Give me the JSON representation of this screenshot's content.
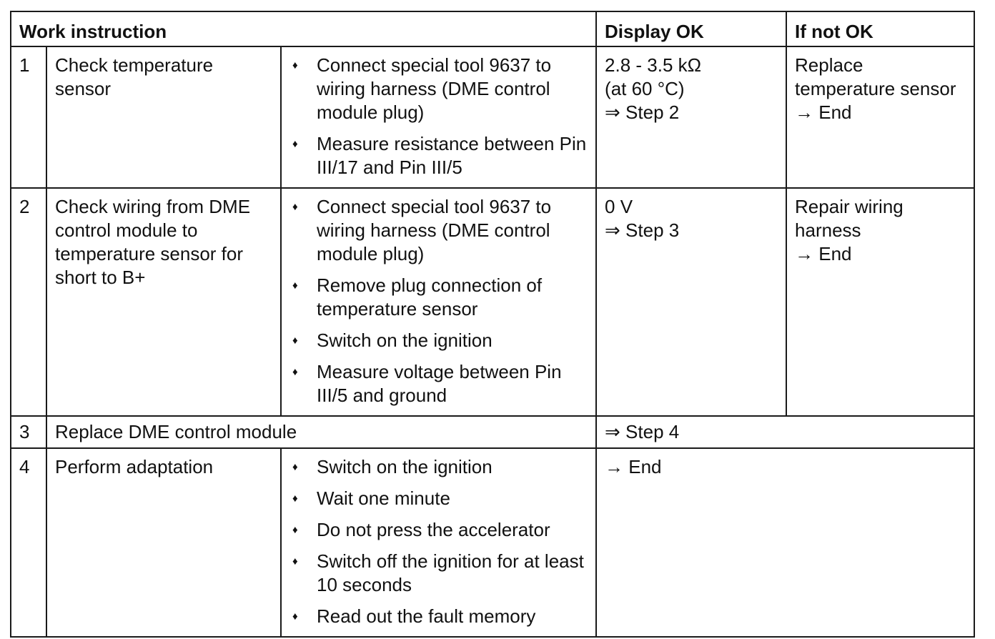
{
  "header": {
    "work_instruction": "Work instruction",
    "display_ok": "Display OK",
    "if_not_ok": "If not OK"
  },
  "rows": [
    {
      "num": "1",
      "task": "Check temperature sensor",
      "steps": [
        "Connect special tool 9637 to wiring harness (DME control module plug)",
        "Measure resistance between Pin III/17 and Pin III/5"
      ],
      "display_ok": [
        "2.8 - 3.5 kΩ",
        "(at 60 °C)",
        "⇒ Step 2"
      ],
      "if_not_ok": [
        "Replace temperature sensor",
        "→ End"
      ]
    },
    {
      "num": "2",
      "task": "Check wiring from DME control module to temperature sensor for short to B+",
      "steps": [
        "Connect special tool 9637 to wiring harness (DME control module plug)",
        "Remove plug connection of temperature sensor",
        "Switch on the ignition",
        "Measure voltage between Pin III/5 and ground"
      ],
      "display_ok": [
        "0 V",
        "⇒ Step 3"
      ],
      "if_not_ok": [
        "Repair wiring harness",
        "→ End"
      ]
    },
    {
      "num": "3",
      "task": "Replace DME control module",
      "result": "⇒ Step 4"
    },
    {
      "num": "4",
      "task": "Perform adaptation",
      "steps": [
        "Switch on the ignition",
        "Wait one minute",
        "Do not press the accelerator",
        "Switch off the ignition for at least 10 seconds",
        "Read out the fault memory"
      ],
      "result": "→ End"
    }
  ]
}
